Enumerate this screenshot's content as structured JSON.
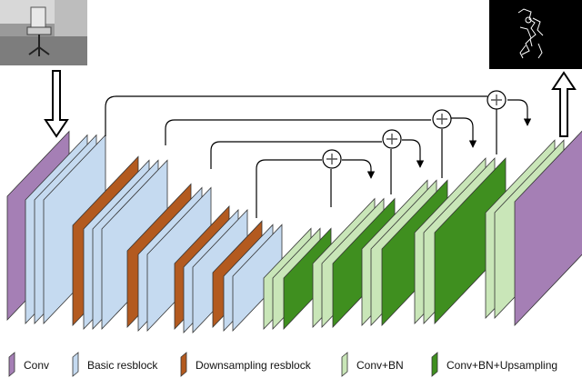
{
  "colors": {
    "conv": "#a57fb5",
    "basic_resblock": "#c5daf0",
    "downsampling_resblock": "#b35a1f",
    "conv_bn": "#c9e6b8",
    "conv_bn_upsampling": "#3f8f1f",
    "arrow": "#000000",
    "edge": "#333333"
  },
  "legend": {
    "conv": "Conv",
    "basic_resblock": "Basic resblock",
    "downsampling_resblock": "Downsampling resblock",
    "conv_bn": "Conv+BN",
    "conv_bn_upsampling": "Conv+BN+Upsampling"
  },
  "icons": {
    "input_image": "chair-photo-icon",
    "output_image": "edge-map-icon",
    "sum": "plus-circle-icon"
  }
}
